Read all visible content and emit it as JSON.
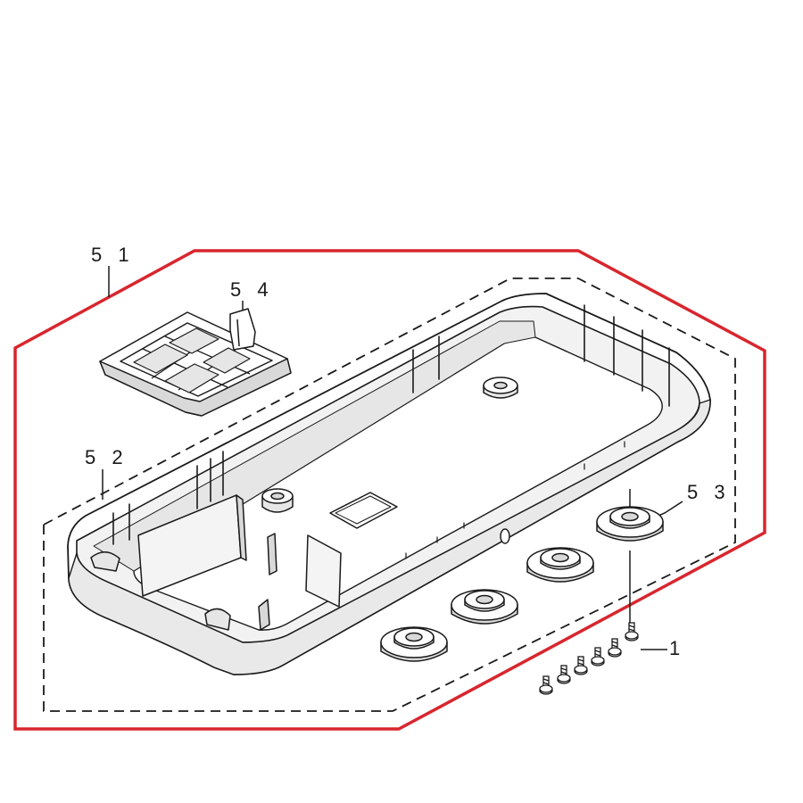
{
  "callouts": {
    "assembly": "5 1",
    "cover": "5 4",
    "case": "5 2",
    "foot": "5 3",
    "screw": "1"
  },
  "colors": {
    "assembly_outline": "#d8262e",
    "line_art": "#1a1a1a",
    "shading": "#d9d9d9",
    "background": "#ffffff"
  },
  "counts": {
    "feet": 4,
    "screws": 6
  }
}
